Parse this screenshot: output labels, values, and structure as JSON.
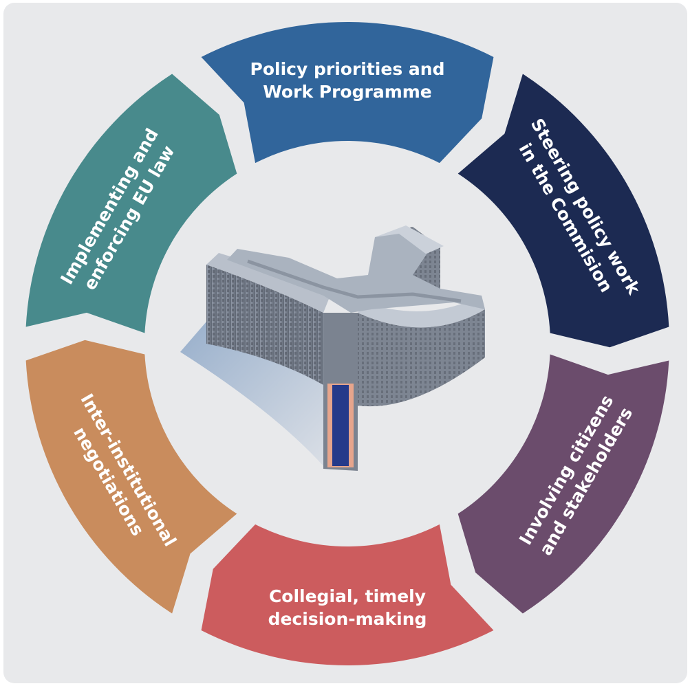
{
  "diagram": {
    "segments": [
      {
        "id": "policy-priorities",
        "lines": [
          "Policy priorities and",
          "Work Programme"
        ],
        "color": "#31659b"
      },
      {
        "id": "steering-policy",
        "lines": [
          "Steering policy work",
          "in the Commision"
        ],
        "color": "#1c2a52"
      },
      {
        "id": "involving-citizens",
        "lines": [
          "Involving citizens",
          "and stakeholders"
        ],
        "color": "#6b4c6c"
      },
      {
        "id": "collegial-decision",
        "lines": [
          "Collegial, timely",
          "decision-making"
        ],
        "color": "#cc5c5e"
      },
      {
        "id": "inter-institutional",
        "lines": [
          "Inter-institutional",
          "negotiations"
        ],
        "color": "#c98c5d"
      },
      {
        "id": "implementing-law",
        "lines": [
          "Implementing and",
          "enforcing EU law"
        ],
        "color": "#488a8c"
      }
    ],
    "center_image": "berlaymont-building-illustration"
  }
}
